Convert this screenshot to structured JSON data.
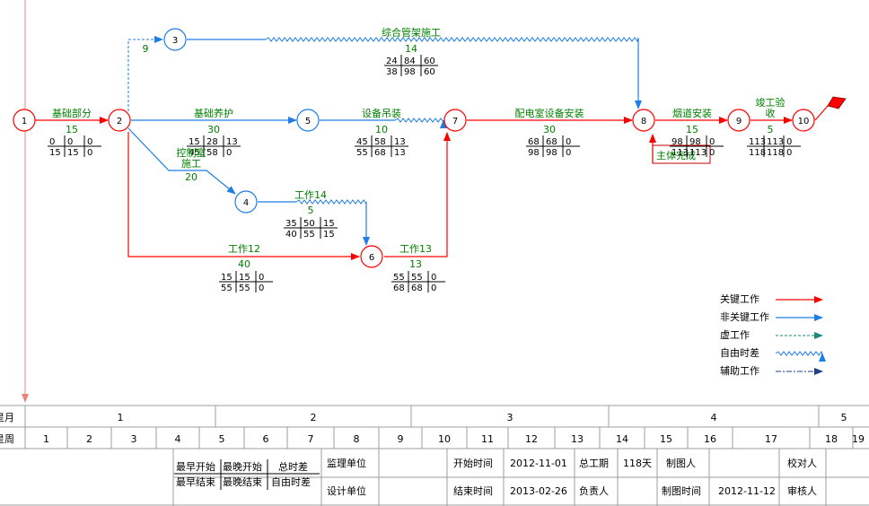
{
  "colors": {
    "critical": "#ff0000",
    "normal": "#1e7de6",
    "dummy": "#1e7de6",
    "free_float": "#1e7de6",
    "auxiliary": "#1e3c8c",
    "label": "#008000",
    "node_stroke_critical": "#ff0000",
    "node_stroke_normal": "#1e7de6",
    "grid": "#9c9c9c"
  },
  "nodes": [
    {
      "id": "1",
      "critical": true
    },
    {
      "id": "2",
      "critical": true
    },
    {
      "id": "3",
      "critical": false
    },
    {
      "id": "4",
      "critical": false
    },
    {
      "id": "5",
      "critical": false
    },
    {
      "id": "6",
      "critical": true
    },
    {
      "id": "7",
      "critical": true
    },
    {
      "id": "8",
      "critical": true
    },
    {
      "id": "9",
      "critical": true
    },
    {
      "id": "10",
      "critical": true
    }
  ],
  "activities": [
    {
      "name": "基础部分",
      "duration": "15",
      "params": [
        [
          "0",
          "0",
          "0"
        ],
        [
          "15",
          "15",
          "0"
        ]
      ]
    },
    {
      "name": "基础养护",
      "duration": "30",
      "params": [
        [
          "15",
          "28",
          "13"
        ],
        [
          "45",
          "58",
          "0"
        ]
      ]
    },
    {
      "name": "设备吊装",
      "duration": "10",
      "params": [
        [
          "45",
          "58",
          "13"
        ],
        [
          "55",
          "68",
          "13"
        ]
      ]
    },
    {
      "name": "配电室设备安装",
      "duration": "30",
      "params": [
        [
          "68",
          "68",
          "0"
        ],
        [
          "98",
          "98",
          "0"
        ]
      ]
    },
    {
      "name": "烟道安装",
      "duration": "15",
      "params": [
        [
          "98",
          "98",
          "0"
        ],
        [
          "113",
          "113",
          "0"
        ]
      ]
    },
    {
      "name": "竣工验收",
      "name_lines": [
        "竣工验",
        "收"
      ],
      "duration": "5",
      "params": [
        [
          "113",
          "113",
          "0"
        ],
        [
          "118",
          "118",
          "0"
        ]
      ]
    },
    {
      "name": "综合管架施工",
      "duration": "14",
      "params": [
        [
          "24",
          "84",
          "60"
        ],
        [
          "38",
          "98",
          "60"
        ]
      ]
    },
    {
      "name": "控制室施工",
      "name_lines": [
        "控制室",
        "施工"
      ],
      "duration": "20"
    },
    {
      "name": "工作14",
      "duration": "5",
      "params": [
        [
          "35",
          "50",
          "15"
        ],
        [
          "40",
          "55",
          "15"
        ]
      ]
    },
    {
      "name": "工作12",
      "duration": "40",
      "params": [
        [
          "15",
          "15",
          "0"
        ],
        [
          "55",
          "55",
          "0"
        ]
      ]
    },
    {
      "name": "工作13",
      "duration": "13",
      "params": [
        [
          "55",
          "55",
          "0"
        ],
        [
          "68",
          "68",
          "0"
        ]
      ]
    },
    {
      "name": "主体完成",
      "duration": ""
    },
    {
      "name": "dummy-2-3",
      "duration": "9"
    }
  ],
  "legend": [
    {
      "label": "关键工作",
      "style": "critical"
    },
    {
      "label": "非关键工作",
      "style": "normal"
    },
    {
      "label": "虚工作",
      "style": "dummy"
    },
    {
      "label": "自由时差",
      "style": "free_float"
    },
    {
      "label": "辅助工作",
      "style": "auxiliary"
    }
  ],
  "timescale": {
    "month_label": "星月",
    "week_label": "星周",
    "months": [
      "1",
      "2",
      "3",
      "4",
      "5"
    ],
    "weeks": [
      "1",
      "2",
      "3",
      "4",
      "5",
      "6",
      "7",
      "8",
      "9",
      "10",
      "11",
      "12",
      "13",
      "14",
      "15",
      "16",
      "17",
      "18",
      "19"
    ]
  },
  "footer": {
    "key_row1": [
      "最早开始",
      "最晚开始",
      "总时差"
    ],
    "key_row2": [
      "最早结束",
      "最晚结束",
      "自由时差"
    ],
    "supervisor_label": "监理单位",
    "designer_label": "设计单位",
    "start_label": "开始时间",
    "start_value": "2012-11-01",
    "end_label": "结束时间",
    "end_value": "2013-02-26",
    "total_label": "总工期",
    "total_value": "118天",
    "owner_label": "负责人",
    "drawer_label": "制图人",
    "draw_time_label": "制图时间",
    "draw_time_value": "2012-11-12",
    "checker_label": "校对人",
    "reviewer_label": "审核人"
  }
}
